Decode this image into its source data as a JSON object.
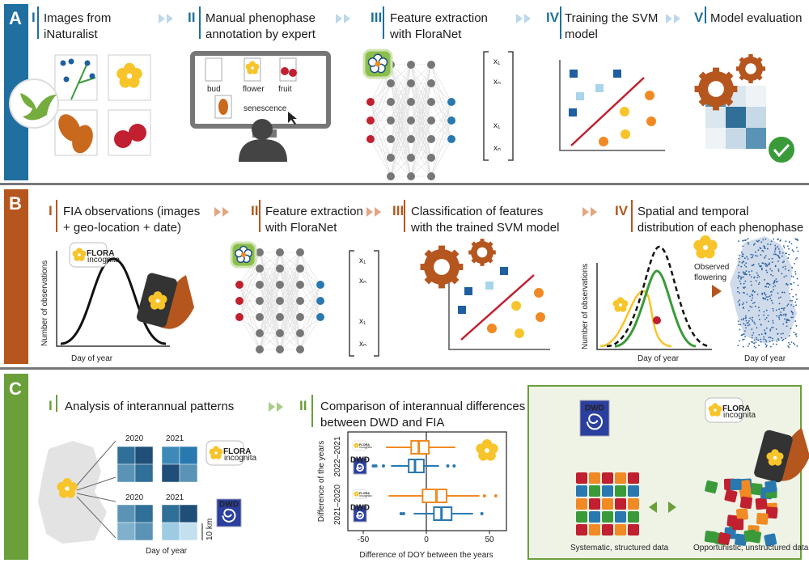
{
  "colors": {
    "section_a": "#1f6fa0",
    "section_b": "#b5561f",
    "section_c": "#6a9f3a",
    "orange": "#f08a24",
    "blue": "#2a78b0",
    "yellow": "#f7c52b",
    "red": "#c0202f"
  },
  "section_a": {
    "letter": "A",
    "steps": [
      {
        "numeral": "I",
        "title": [
          "Images from",
          "iNaturalist"
        ]
      },
      {
        "numeral": "II",
        "title": [
          "Manual phenophase",
          "annotation by expert"
        ]
      },
      {
        "numeral": "III",
        "title": [
          "Feature extraction",
          "with FloraNet"
        ]
      },
      {
        "numeral": "IV",
        "title": [
          "Training the SVM",
          "model"
        ]
      },
      {
        "numeral": "V",
        "title": [
          "Model evaluation"
        ]
      }
    ],
    "annotation_labels": {
      "bud": "bud",
      "flower": "flower",
      "fruit": "fruit",
      "senescence": "senescence"
    },
    "feature_vector": [
      "x₁",
      "xₙ",
      "x₁",
      "xₙ"
    ]
  },
  "section_b": {
    "letter": "B",
    "steps": [
      {
        "numeral": "I",
        "title": [
          "FIA observations (images",
          "+ geo-location + date)"
        ]
      },
      {
        "numeral": "II",
        "title": [
          "Feature extraction",
          "with FloraNet"
        ]
      },
      {
        "numeral": "III",
        "title": [
          "Classification of features",
          "with the trained SVM model"
        ]
      },
      {
        "numeral": "IV",
        "title": [
          "Spatial and temporal",
          "distribution of each phenophase"
        ]
      }
    ],
    "x_label": "Day of year",
    "y_label": "Number of observations",
    "observed_label": [
      "Observed",
      "flowering"
    ],
    "map_label": "Day of year",
    "feature_vector": [
      "x₁",
      "xₙ",
      "x₁",
      "xₙ"
    ],
    "flora_logo": [
      "FLORA",
      "incognita"
    ]
  },
  "section_c": {
    "letter": "C",
    "steps": [
      {
        "numeral": "I",
        "title": [
          "Analysis of interannual patterns"
        ]
      },
      {
        "numeral": "II",
        "title": [
          "Comparison of interannual differences",
          "between DWD and FIA"
        ]
      }
    ],
    "years": [
      "2020",
      "2021"
    ],
    "scale_label": "10 km",
    "grid_x_label": "Day of year",
    "dwd_logo": "DWD",
    "flora_logo": [
      "FLORA",
      "incognita"
    ],
    "boxplot": {
      "xlabel": "Difference of DOY between the years",
      "ylabel": "Difference of the years",
      "xlim": [
        -63,
        63
      ],
      "xticks": [
        -50,
        0,
        50
      ],
      "groups": [
        {
          "label": "2022–2021",
          "boxes": [
            {
              "source": "FIA",
              "color": "#f08a24",
              "whisker_low": -32,
              "q1": -12,
              "median": -6,
              "q3": 2,
              "whisker_high": 23,
              "outliers": []
            },
            {
              "source": "DWD",
              "color": "#2a78b0",
              "whisker_low": -28,
              "q1": -14,
              "median": -9,
              "q3": -2,
              "whisker_high": 10,
              "outliers": [
                -42,
                -40,
                -34,
                17,
                22
              ]
            }
          ]
        },
        {
          "label": "2021–2020",
          "boxes": [
            {
              "source": "FIA",
              "color": "#f08a24",
              "whisker_low": -30,
              "q1": -3,
              "median": 8,
              "q3": 16,
              "whisker_high": 42,
              "outliers": [
                46,
                55
              ]
            },
            {
              "source": "DWD",
              "color": "#2a78b0",
              "whisker_low": -10,
              "q1": 6,
              "median": 12,
              "q3": 20,
              "whisker_high": 37,
              "outliers": [
                -20,
                -18,
                44
              ]
            }
          ]
        }
      ]
    },
    "comparison": {
      "left_label": "Systematic, structured data",
      "right_label": "Opportunistic, unstructured data"
    }
  }
}
